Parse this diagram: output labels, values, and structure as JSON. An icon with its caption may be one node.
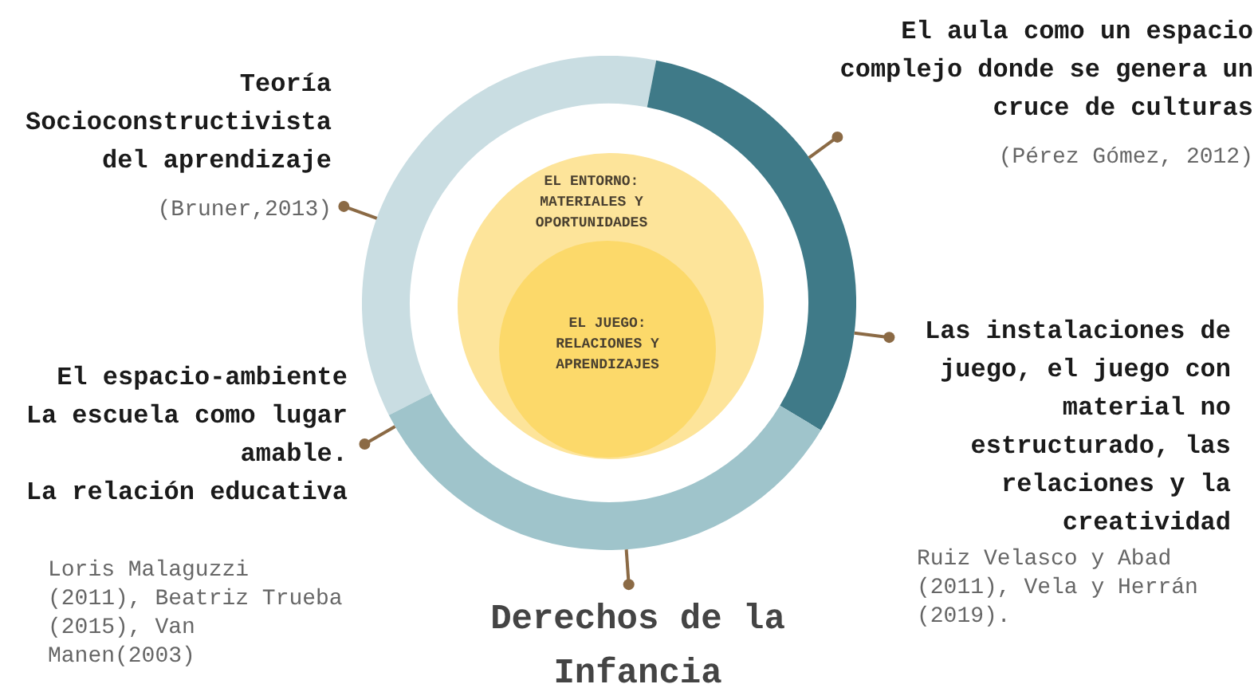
{
  "diagram": {
    "nodes": [
      {
        "text": [
          "EL ENTORNO: MATERIALES Y OPORTUNIDADES"
        ]
      },
      {
        "text": [
          "EL JUEGO: RELACIONES Y APRENDIZAJES"
        ],
        "in": 0
      },
      {
        "text": [],
        "shape": "arc"
      },
      {
        "text": [],
        "shape": "arc"
      },
      {
        "text": [],
        "shape": "arc"
      },
      {
        "text": [
          "Teoría Socioconstructivista del aprendizaje",
          "(Bruner,2013)"
        ]
      },
      {
        "text": [
          "El aula como un espacio complejo donde se genera un cruce de culturas",
          "(Pérez Gómez, 2012)"
        ]
      },
      {
        "text": [
          "Las instalaciones de juego, el juego con material no estructurado, las relaciones y la creatividad",
          "Ruiz Velasco y Abad (2011), Vela y Herrán (2019)."
        ]
      },
      {
        "text": [
          "El espacio-ambiente",
          "La escuela como lugar amable.",
          "La relación educativa",
          "Loris Malaguzzi (2011), Beatriz Trueba (2015), Van Manen(2003)"
        ]
      },
      {
        "text": [
          "Derechos de la Infancia"
        ]
      }
    ],
    "edges": [
      {
        "from": 5,
        "to": 2,
        "arrow": "other"
      },
      {
        "from": 6,
        "to": 3,
        "arrow": "other"
      },
      {
        "from": 7,
        "to": 3,
        "arrow": "other"
      },
      {
        "from": 8,
        "to": 4,
        "arrow": "other"
      },
      {
        "from": 9,
        "to": 4,
        "arrow": "other"
      }
    ]
  }
}
